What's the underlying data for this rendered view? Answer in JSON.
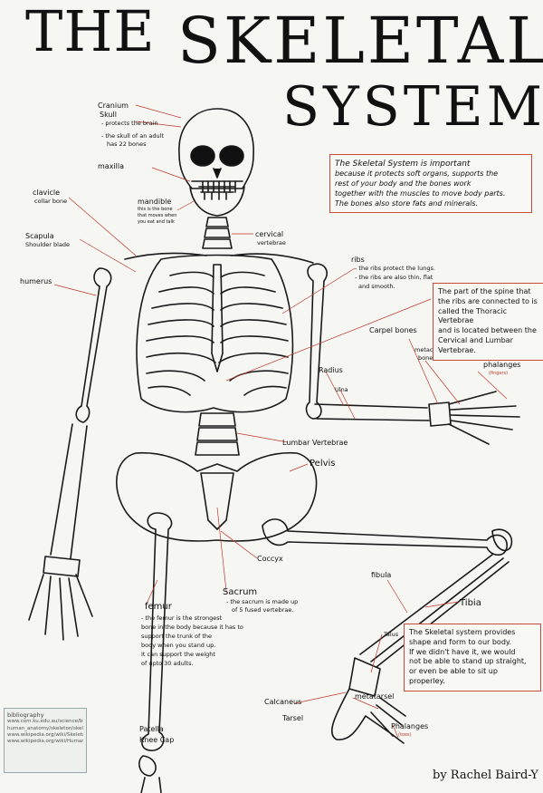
{
  "title": {
    "line1": "THE",
    "line2": "SKELETAL",
    "line3": "SYSTEM"
  },
  "labels": {
    "cranium": "Cranium",
    "skull": "Skull",
    "skull_note1": "- protects the brain",
    "skull_note2": "- the skull of an adult",
    "skull_note3": "has 22 bones",
    "maxilla": "maxilla",
    "clavicle1": "clavicle",
    "clavicle2": "collar bone",
    "mandible": "mandible",
    "mandible_note1": "this is the bone",
    "mandible_note2": "that moves when",
    "mandible_note3": "you eat and talk",
    "cervical1": "cervical",
    "cervical2": "vertebrae",
    "scapula1": "Scapula",
    "scapula2": "Shoulder blade",
    "humerus": "humerus",
    "ribs": "ribs",
    "ribs_note1": "- the ribs protect the lungs.",
    "ribs_note2": "- the ribs are also thin, flat",
    "ribs_note3": "and smooth.",
    "carpel": "Carpel bones",
    "metacarpel1": "metacarpel",
    "metacarpel2": "bones",
    "phalanges_hand": "phalanges",
    "fingers": "(fingers)",
    "radius": "Radius",
    "ulna": "Ulna",
    "lumbar": "Lumbar Vertebrae",
    "pelvis": "Pelvis",
    "coccyx": "Coccyx",
    "sacrum": "Sacrum",
    "sacrum_note1": "- the sacrum is made up",
    "sacrum_note2": "of 5 fused vertebrae.",
    "femur": "femur",
    "femur_note1": "- the femur is the strongest",
    "femur_note2": "bone in the body because it has to",
    "femur_note3": "support the trunk of the",
    "femur_note4": "body when you stand up.",
    "femur_note5": "It can support the weight",
    "femur_note6": "of upto 30 adults.",
    "fibula": "fibula",
    "tibia": "Tibia",
    "talus": "Talus",
    "calcaneus": "Calcaneus",
    "tarsel": "Tarsel",
    "metatarsel": "metatarsel",
    "phalanges_foot": "Phalanges",
    "toes": "(toes)",
    "patella": "Patella",
    "kneecap": "Knee Cap"
  },
  "box_intro": [
    "The Skeletal System is important",
    "because it protects soft organs, supports the",
    "rest of your body and the bones work",
    "together with the muscles to move body parts.",
    "The bones also store fats and minerals."
  ],
  "box_thoracic": [
    "The part of the spine that",
    "the ribs are connected to is",
    "called the Thoracic Vertebrae",
    "and is located between the",
    "Cervical and Lumbar Vertebrae."
  ],
  "box_form": [
    "The Skeletal system provides",
    "shape and form to our body.",
    "If we didn't have it, we would",
    "not be able to stand up straight,",
    "or even be able to sit up properley."
  ],
  "bibliography": {
    "heading": "bibliography",
    "lines": [
      "www.com.ku.edu.au/science/biology/",
      "human_anatomy/skeleton/skeletal_system",
      "www.wikipedia.org/wiki/Skeletal_system",
      "www.wikipedia.org/wiki/Human_skull"
    ]
  },
  "byline": "by Rachel Baird-Y"
}
